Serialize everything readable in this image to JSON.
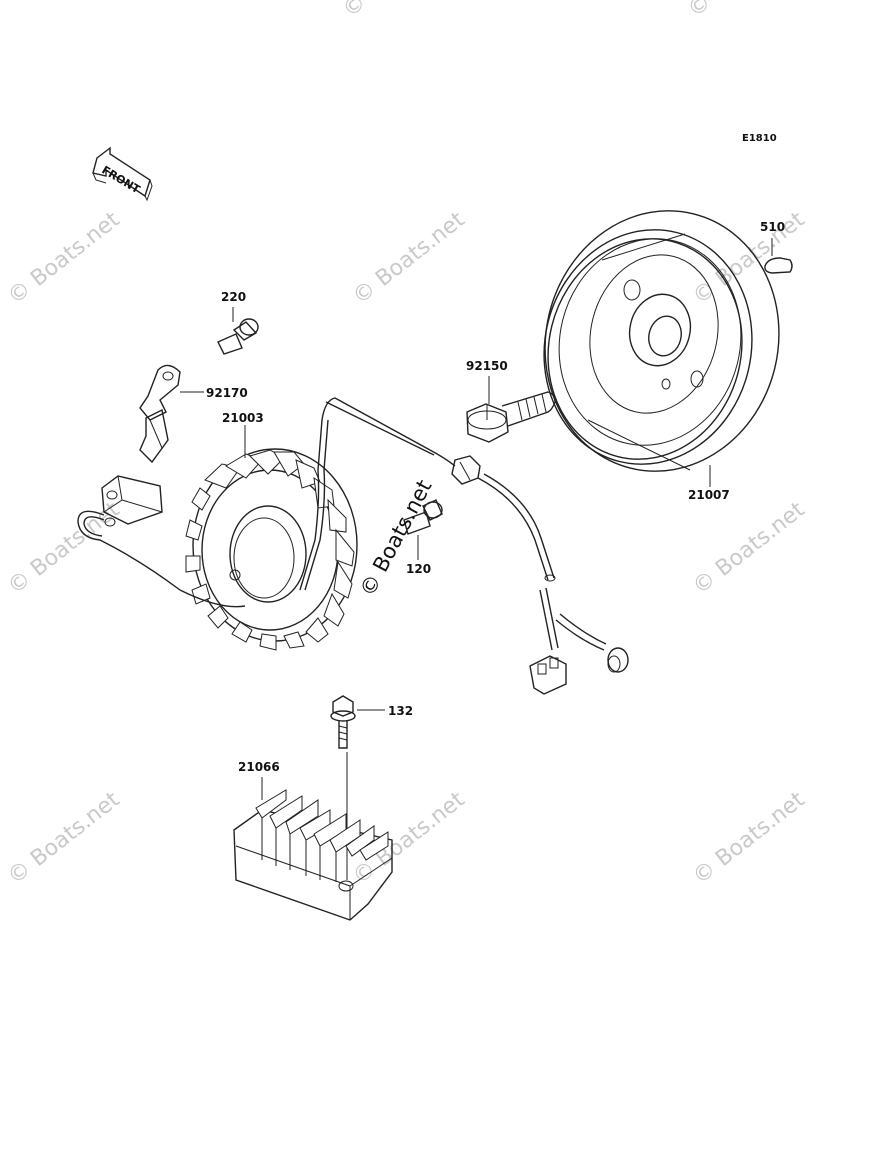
{
  "diagram_code": "E1810",
  "front_label": "FRONT",
  "watermark_text": "© Boats.net",
  "center_watermark_text": "© Boats.net",
  "parts": {
    "flywheel": "21007",
    "key": "510",
    "flywheel_bolt": "92150",
    "stator": "21003",
    "screw_220": "220",
    "clamp": "92170",
    "bolt_120": "120",
    "bolt_132": "132",
    "regulator": "21066"
  }
}
